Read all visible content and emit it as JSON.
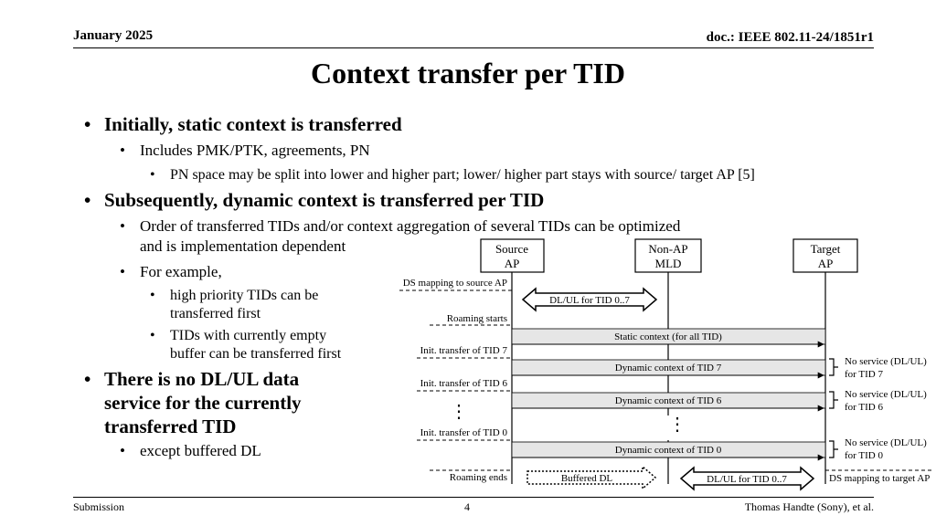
{
  "header": {
    "date": "January 2025",
    "doc": "doc.: IEEE 802.11-24/1851r1"
  },
  "title": "Context transfer per TID",
  "bullets": {
    "b1": "Initially, static context is transferred",
    "b1_1": "Includes PMK/PTK, agreements, PN",
    "b1_1_1": "PN space may be split into lower and higher part; lower/ higher part stays with source/ target AP [5]",
    "b2": "Subsequently, dynamic context is transferred per TID",
    "b2_1_line1": "Order of transferred TIDs and/or context aggregation of several TIDs can be optimized",
    "b2_1_line2": "and is implementation dependent",
    "b2_2": "For example,",
    "b2_2_1_line1": "high priority TIDs can be",
    "b2_2_1_line2": "transferred first",
    "b2_2_2_line1": "TIDs with currently empty",
    "b2_2_2_line2": "buffer can be transferred first",
    "b3_line1": "There is no DL/UL data",
    "b3_line2": "service for the currently",
    "b3_line3": "transferred TID",
    "b3_1": "except buffered DL"
  },
  "diagram": {
    "entities": {
      "source_l1": "Source",
      "source_l2": "AP",
      "nonap_l1": "Non-AP",
      "nonap_l2": "MLD",
      "target_l1": "Target",
      "target_l2": "AP"
    },
    "left_labels": {
      "ds_source": "DS mapping to source AP",
      "roaming_starts": "Roaming starts",
      "init7": "Init. transfer of TID 7",
      "init6": "Init. transfer of TID 6",
      "init0": "Init. transfer of TID 0",
      "roaming_ends": "Roaming ends"
    },
    "messages": {
      "dlul_top": "DL/UL for TID 0..7",
      "static": "Static context (for all TID)",
      "dyn7": "Dynamic context of TID 7",
      "dyn6": "Dynamic context of TID 6",
      "dyn0": "Dynamic context of TID 0",
      "buffered": "Buffered DL",
      "dlul_bottom": "DL/UL for TID 0..7"
    },
    "right_labels": {
      "ns7_l1": "No service (DL/UL)",
      "ns7_l2": "for TID 7",
      "ns6_l1": "No service (DL/UL)",
      "ns6_l2": "for TID 6",
      "ns0_l1": "No service (DL/UL)",
      "ns0_l2": "for TID 0",
      "ds_target": "DS mapping to target AP"
    },
    "ellipsis": "⋮"
  },
  "footer": {
    "left": "Submission",
    "page": "4",
    "right": "Thomas Handte (Sony), et al."
  }
}
